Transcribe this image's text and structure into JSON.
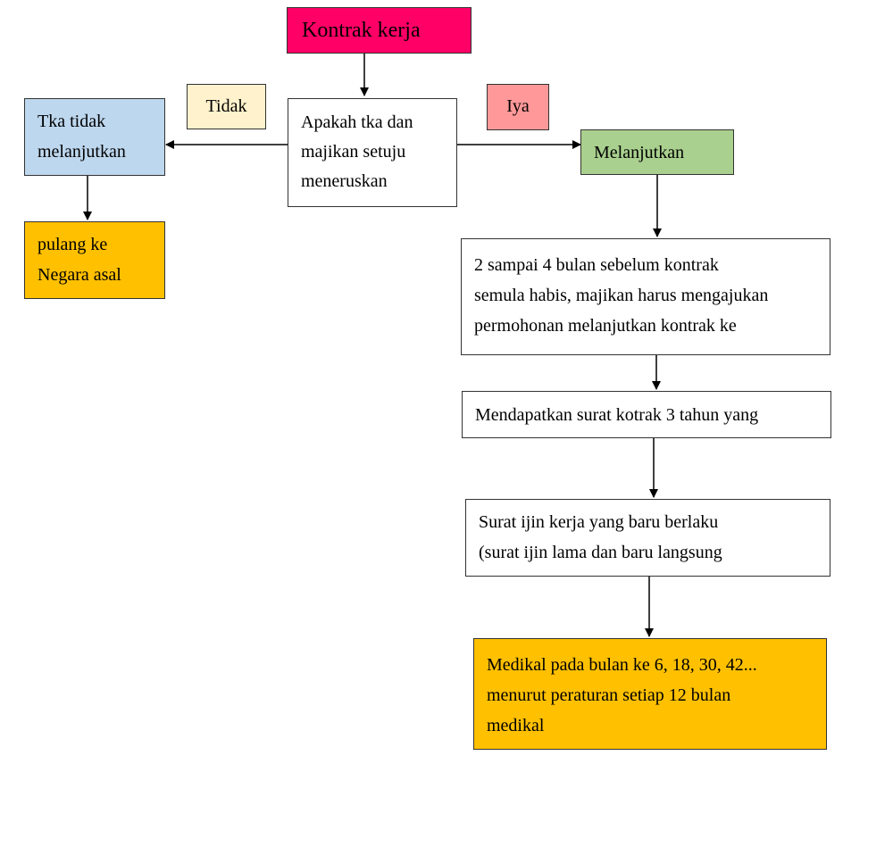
{
  "colors": {
    "start": "#ff0066",
    "neutral": "#ffffff",
    "no_branch": "#bdd7ee",
    "yes_branch": "#a9d08e",
    "result": "#ffc000",
    "no_label": "#fff2cc",
    "yes_label": "#ff9999"
  },
  "nodes": {
    "start": {
      "text": "Kontrak kerja"
    },
    "question": {
      "lines": [
        "Apakah tka dan",
        "majikan setuju",
        "meneruskan"
      ]
    },
    "no_branch": {
      "lines": [
        "Tka tidak",
        "melanjutkan"
      ]
    },
    "return_home": {
      "lines": [
        "pulang ke",
        "Negara asal"
      ]
    },
    "yes_branch": {
      "text": "Melanjutkan"
    },
    "application": {
      "lines": [
        "2 sampai 4 bulan sebelum kontrak",
        "semula habis, majikan harus mengajukan",
        "permohonan melanjutkan kontrak ke"
      ]
    },
    "letter": {
      "text": "Mendapatkan surat kotrak 3 tahun yang"
    },
    "permit": {
      "lines": [
        "Surat ijin kerja yang baru berlaku",
        "(surat ijin lama dan baru langsung"
      ]
    },
    "medical": {
      "lines": [
        "Medikal pada bulan ke 6, 18, 30, 42...",
        "menurut peraturan setiap 12 bulan",
        "medikal"
      ]
    }
  },
  "edge_labels": {
    "no": "Tidak",
    "yes": "Iya"
  }
}
